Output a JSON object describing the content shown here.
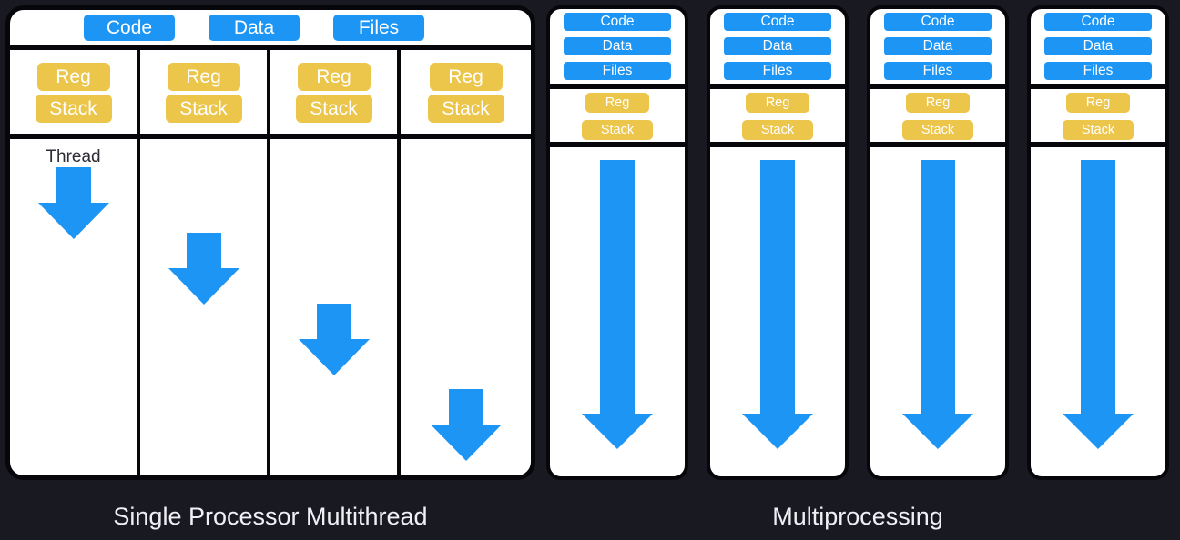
{
  "colors": {
    "bg": "#191922",
    "panel": "#ffffff",
    "line": "#06060b",
    "blue": "#1c95f5",
    "yellow": "#ecc54b",
    "caption": "#f0f0f4",
    "threadtext": "#2d2d35"
  },
  "left": {
    "caption": "Single Processor Multithread",
    "thread_label": "Thread",
    "shared": {
      "code": "Code",
      "data": "Data",
      "files": "Files"
    },
    "threads": [
      {
        "reg": "Reg",
        "stack": "Stack"
      },
      {
        "reg": "Reg",
        "stack": "Stack"
      },
      {
        "reg": "Reg",
        "stack": "Stack"
      },
      {
        "reg": "Reg",
        "stack": "Stack"
      }
    ]
  },
  "right": {
    "caption": "Multiprocessing",
    "processes": [
      {
        "code": "Code",
        "data": "Data",
        "files": "Files",
        "reg": "Reg",
        "stack": "Stack"
      },
      {
        "code": "Code",
        "data": "Data",
        "files": "Files",
        "reg": "Reg",
        "stack": "Stack"
      },
      {
        "code": "Code",
        "data": "Data",
        "files": "Files",
        "reg": "Reg",
        "stack": "Stack"
      },
      {
        "code": "Code",
        "data": "Data",
        "files": "Files",
        "reg": "Reg",
        "stack": "Stack"
      }
    ]
  }
}
